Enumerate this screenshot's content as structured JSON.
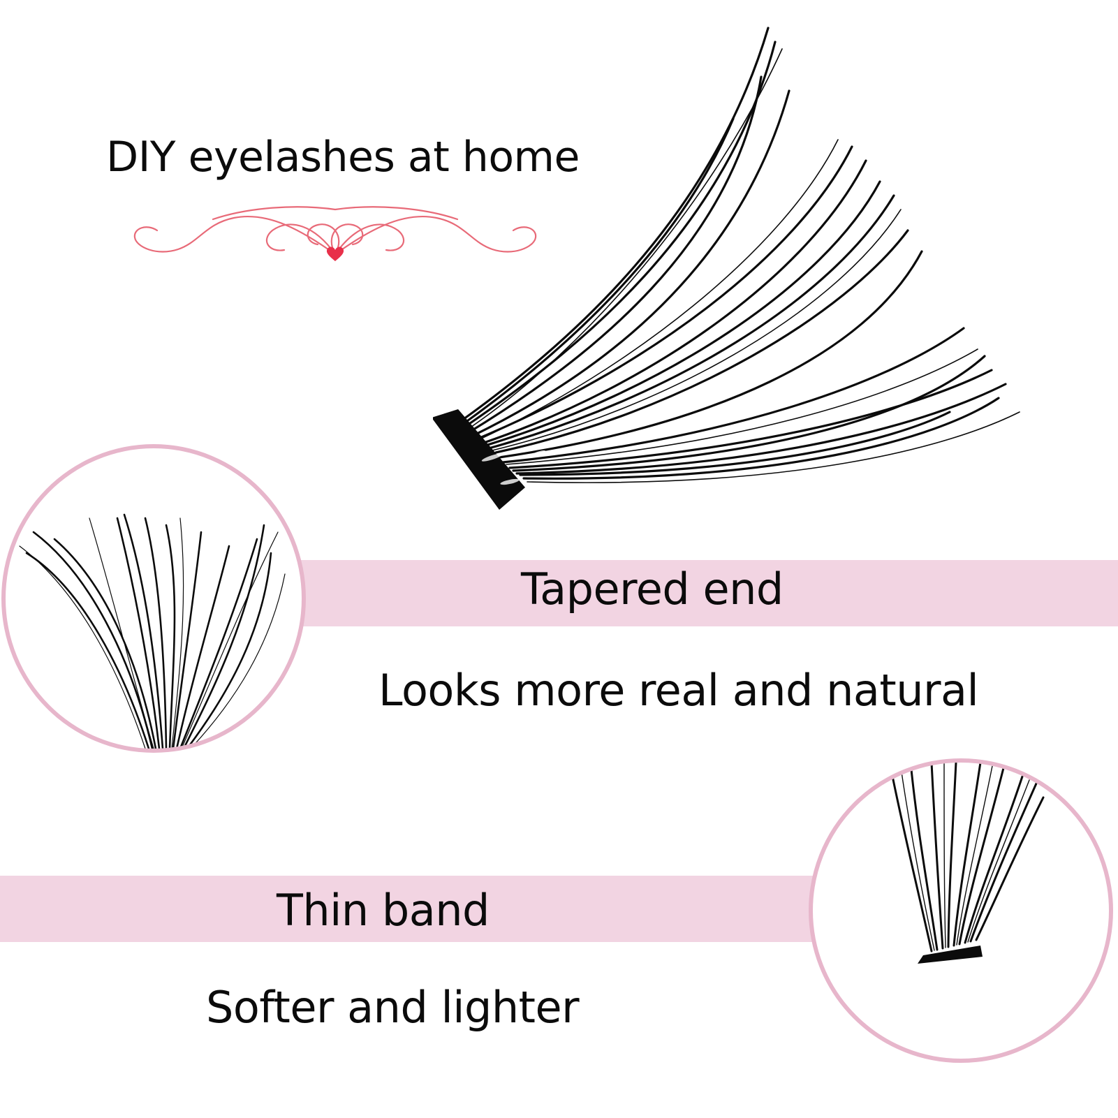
{
  "headline": "DIY eyelashes at home",
  "features": [
    {
      "label": "Tapered end",
      "caption": "Looks more real and natural"
    },
    {
      "label": "Thin band",
      "caption": "Softer and lighter"
    }
  ],
  "colors": {
    "band": "#f2d4e2",
    "circle_border": "#e7b6cb",
    "ornament": "#e86a78",
    "heart": "#e8304a",
    "lash": "#0b0b0b"
  },
  "icons": [
    "ornament-flourish-icon",
    "heart-icon",
    "eyelash-cluster-icon"
  ]
}
